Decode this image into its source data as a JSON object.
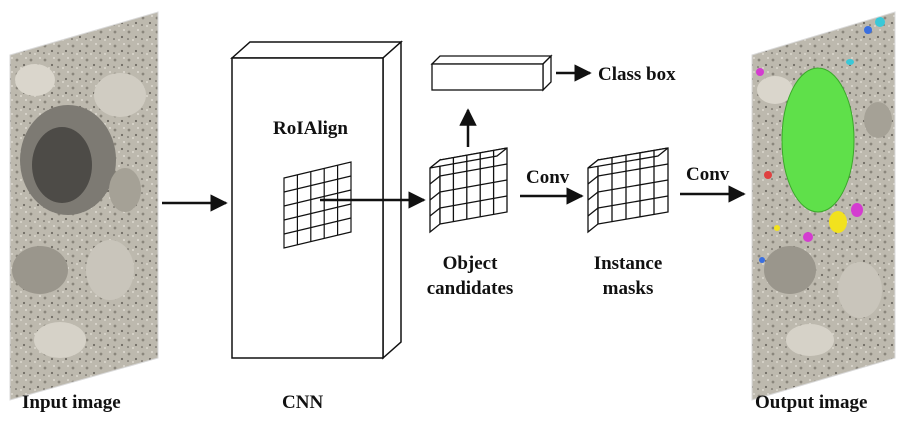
{
  "labels": {
    "input_image": "Input image",
    "cnn": "CNN",
    "roialign": "RoIAlign",
    "class_box": "Class box",
    "object_candidates_line1": "Object",
    "object_candidates_line2": "candidates",
    "conv_1": "Conv",
    "instance_masks_line1": "Instance",
    "instance_masks_line2": "masks",
    "conv_2": "Conv",
    "output_image": "Output image"
  },
  "colors": {
    "stroke": "#111111",
    "rock_base": "#b9b5ab",
    "mask_green": "#5fe04a",
    "mask_yellow": "#f2e21e",
    "mask_magenta": "#d43cd0",
    "mask_cyan": "#39c8d8",
    "mask_blue": "#3a6fe0",
    "mask_red": "#e04040"
  }
}
